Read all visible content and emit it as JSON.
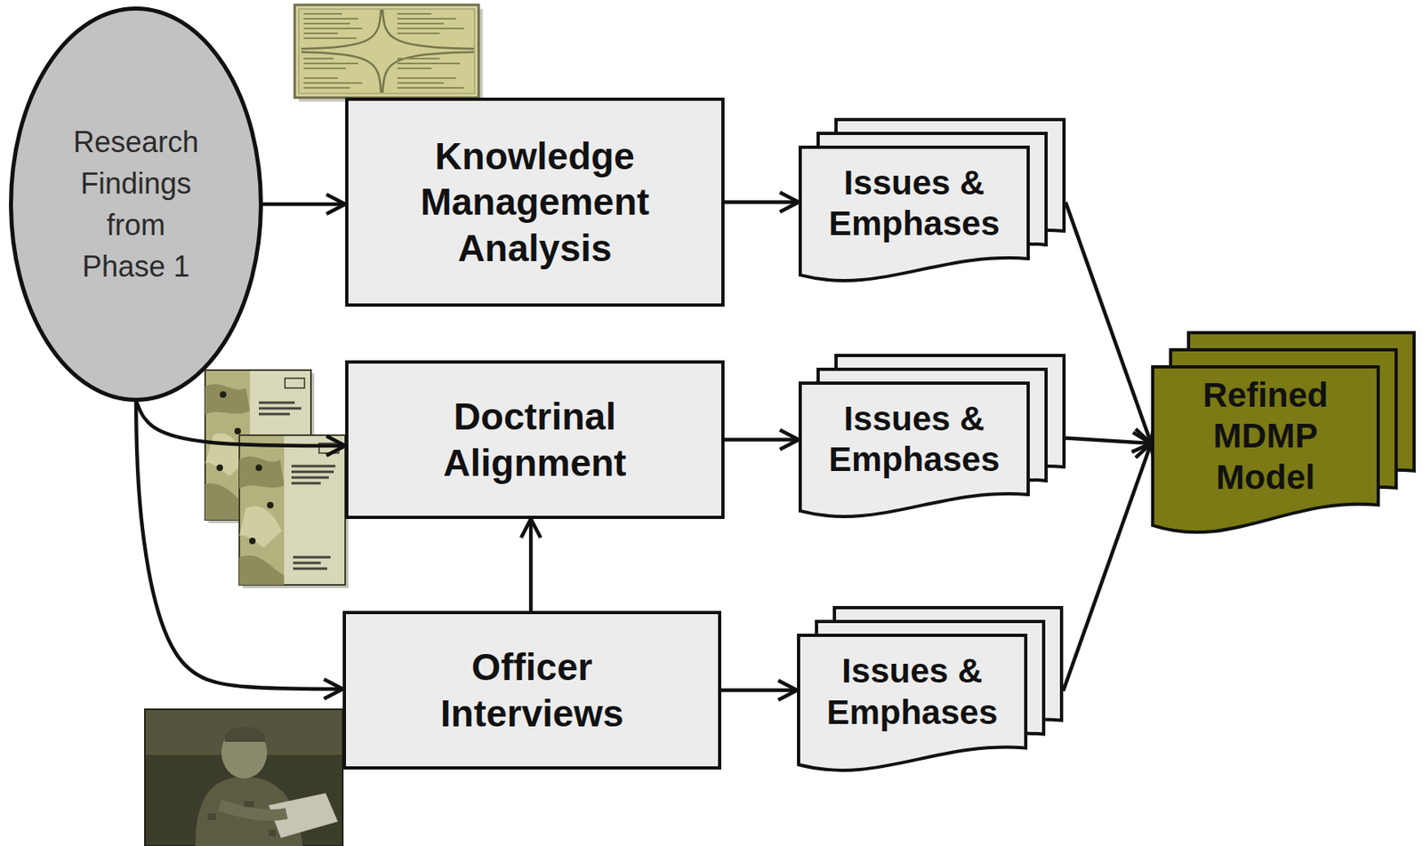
{
  "diagram": {
    "nodes": [
      {
        "text": [
          "Research Findings from Phase 1"
        ]
      },
      {
        "text": [
          "Knowledge Management Analysis"
        ]
      },
      {
        "text": [
          "Issues & Emphases"
        ]
      },
      {
        "text": [
          "Doctrinal Alignment"
        ]
      },
      {
        "text": [
          "Issues & Emphases"
        ]
      },
      {
        "text": [
          "Officer Interviews"
        ]
      },
      {
        "text": [
          "Issues & Emphases"
        ]
      },
      {
        "text": [
          "Refined MDMP Model"
        ]
      }
    ],
    "edges": [
      {
        "from": 0,
        "to": 1,
        "arrow": "to"
      },
      {
        "from": 0,
        "to": 3,
        "arrow": "to"
      },
      {
        "from": 0,
        "to": 5,
        "arrow": "to"
      },
      {
        "from": 1,
        "to": 2,
        "arrow": "to"
      },
      {
        "from": 3,
        "to": 4,
        "arrow": "to"
      },
      {
        "from": 5,
        "to": 6,
        "arrow": "to"
      },
      {
        "from": 5,
        "to": 3,
        "arrow": "to"
      },
      {
        "from": 2,
        "to": 7,
        "arrow": "to"
      },
      {
        "from": 4,
        "to": 7,
        "arrow": "to"
      },
      {
        "from": 6,
        "to": 7,
        "arrow": "to"
      }
    ]
  }
}
